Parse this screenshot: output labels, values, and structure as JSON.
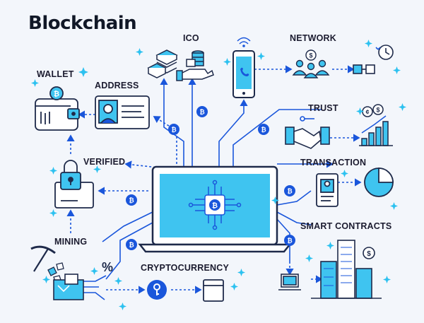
{
  "title": "Blockchain",
  "labels": {
    "ico": "ICO",
    "network": "NETWORK",
    "wallet": "WALLET",
    "address": "ADDRESS",
    "trust": "TRUST",
    "verified": "VERIFIED",
    "transaction": "TRANSACTION",
    "smart_contracts": "SMART CONTRACTS",
    "mining": "MINING",
    "cryptocurrency": "CRYPTOCURRENCY"
  },
  "symbols": {
    "coin": "₿",
    "percent": "%",
    "dollar": "$",
    "cent": "¢"
  },
  "colors": {
    "primary": "#1a56db",
    "accent": "#2cc1f0",
    "screen": "#3fc4f0",
    "dark": "#1e2a4a",
    "background": "#f3f6fb"
  }
}
